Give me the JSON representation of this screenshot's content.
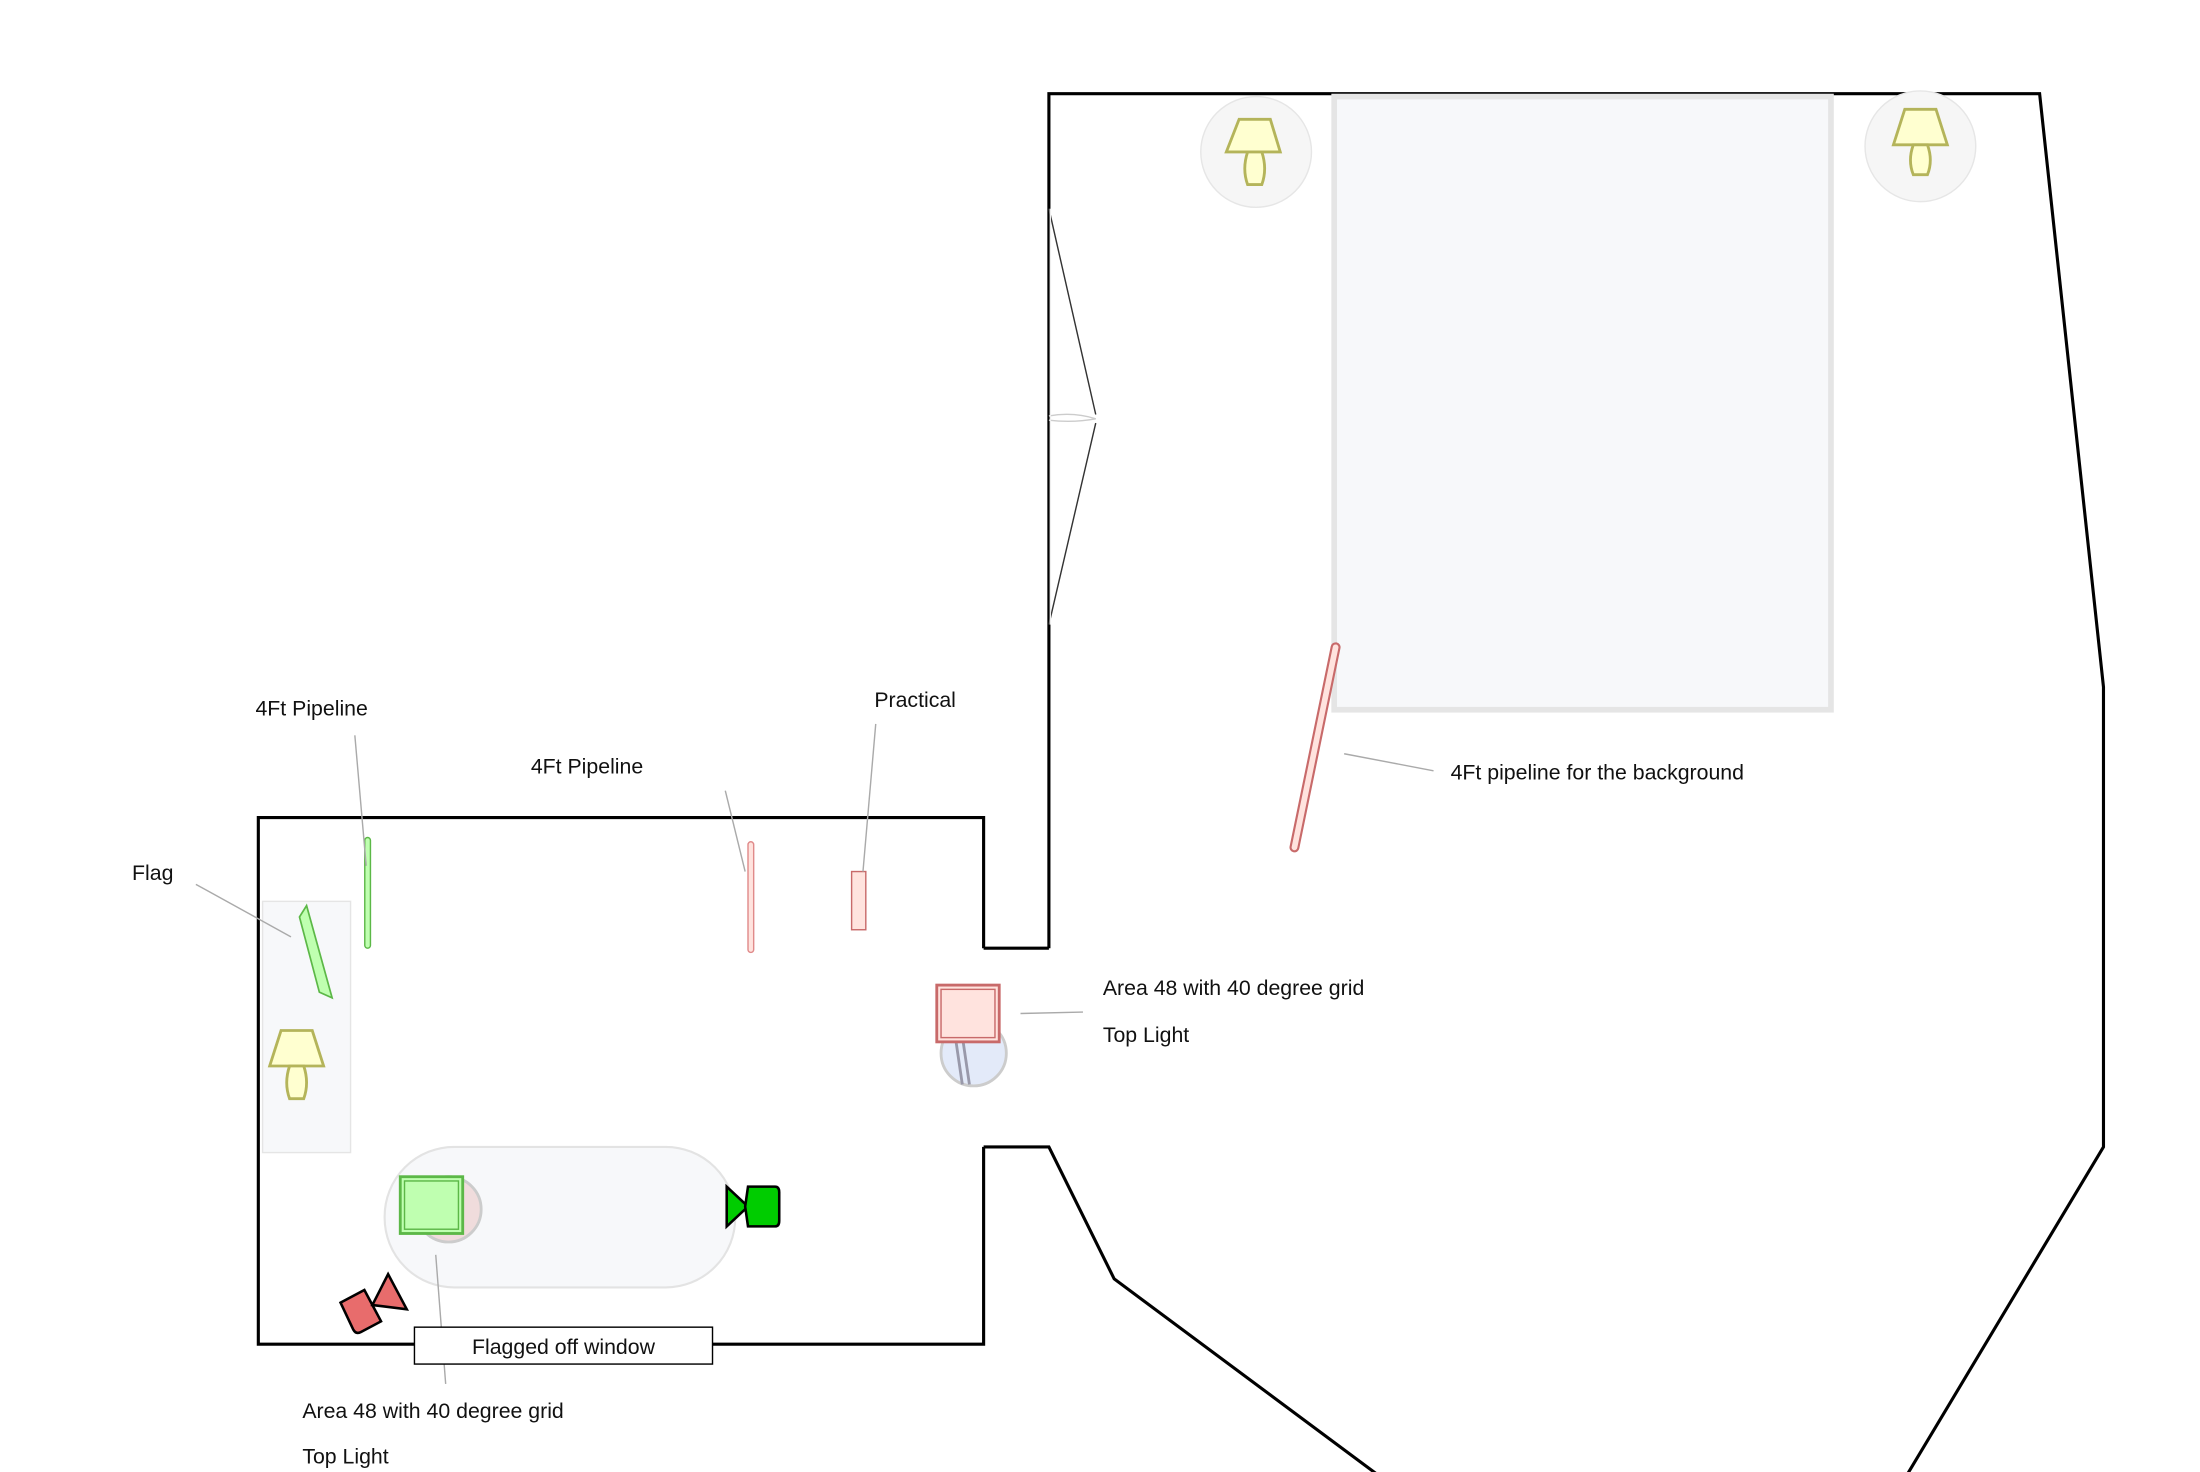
{
  "labels": {
    "pipeline_left": "4Ft Pipeline",
    "pipeline_middle": "4Ft Pipeline",
    "practical": "Practical",
    "flag": "Flag",
    "pipeline_background": "4Ft pipeline for the background",
    "right_light_line1": "Area 48 with 40 degree grid",
    "right_light_line2": "Top Light",
    "bottom_light_line1": "Area 48 with 40 degree grid",
    "bottom_light_line2": "Top Light",
    "window": "Flagged off window"
  },
  "colors": {
    "green_fill": "#bfffb0",
    "green_stroke": "#5cb847",
    "red_fill": "#ffe3de",
    "red_stroke": "#c86a6a",
    "lamp_fill": "#ffffd0",
    "lamp_stroke": "#b4b45a",
    "camera_green": "#00cc00",
    "camera_red": "#e86c6c"
  }
}
